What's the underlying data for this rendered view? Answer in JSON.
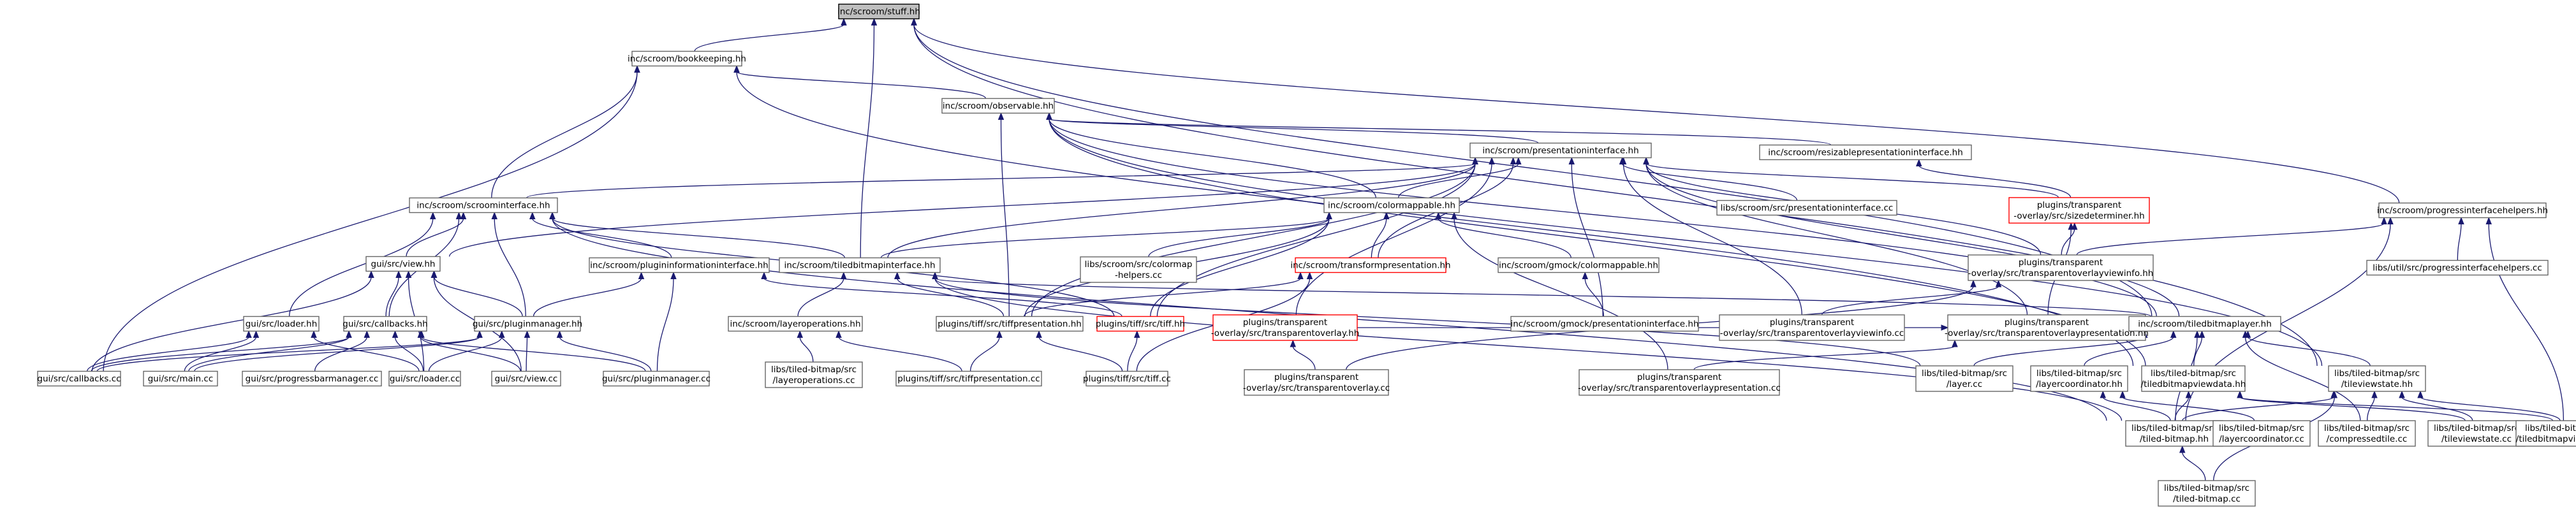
{
  "colors": {
    "edge": "#191970",
    "node_border": "#666666",
    "root_fill": "#bfbfbf",
    "missing_border": "#ff0000"
  },
  "nodes": [
    {
      "id": "stuff",
      "lines": [
        "inc/scroom/stuff.hh"
      ],
      "kind": "root"
    },
    {
      "id": "bookkeeping",
      "lines": [
        "inc/scroom/bookkeeping.hh"
      ]
    },
    {
      "id": "observable",
      "lines": [
        "inc/scroom/observable.hh"
      ]
    },
    {
      "id": "presentationinterface",
      "lines": [
        "inc/scroom/presentationinterface.hh"
      ]
    },
    {
      "id": "resizable",
      "lines": [
        "inc/scroom/resizablepresentationinterface.hh"
      ]
    },
    {
      "id": "scroominterface",
      "lines": [
        "inc/scroom/scroominterface.hh"
      ]
    },
    {
      "id": "colormappable",
      "lines": [
        "inc/scroom/colormappable.hh"
      ]
    },
    {
      "id": "presentationinterface_cc",
      "lines": [
        "libs/scroom/src/presentationinterface.cc"
      ]
    },
    {
      "id": "sizedeterminer",
      "lines": [
        "plugins/transparent",
        "-overlay/src/sizedeterminer.hh"
      ],
      "kind": "missing"
    },
    {
      "id": "progressinterfacehelpers",
      "lines": [
        "inc/scroom/progressinterfacehelpers.hh"
      ]
    },
    {
      "id": "view_hh",
      "lines": [
        "gui/src/view.hh"
      ]
    },
    {
      "id": "plugininformation",
      "lines": [
        "inc/scroom/plugininformationinterface.hh"
      ]
    },
    {
      "id": "tiledbitmapinterface",
      "lines": [
        "inc/scroom/tiledbitmapinterface.hh"
      ]
    },
    {
      "id": "colormaphelpers_cc",
      "lines": [
        "libs/scroom/src/colormap",
        "-helpers.cc"
      ]
    },
    {
      "id": "transformpresentation",
      "lines": [
        "inc/scroom/transformpresentation.hh"
      ],
      "kind": "missing"
    },
    {
      "id": "gmock_colormappable",
      "lines": [
        "inc/scroom/gmock/colormappable.hh"
      ]
    },
    {
      "id": "overlayviewinfo",
      "lines": [
        "plugins/transparent",
        "-overlay/src/transparentoverlayviewinfo.hh"
      ]
    },
    {
      "id": "progressinterfacehelpers_cc",
      "lines": [
        "libs/util/src/progressinterfacehelpers.cc"
      ]
    },
    {
      "id": "loader_hh",
      "lines": [
        "gui/src/loader.hh"
      ]
    },
    {
      "id": "callbacks_hh",
      "lines": [
        "gui/src/callbacks.hh"
      ]
    },
    {
      "id": "pluginmanager_hh",
      "lines": [
        "gui/src/pluginmanager.hh"
      ]
    },
    {
      "id": "layeroperations_hh",
      "lines": [
        "inc/scroom/layeroperations.hh"
      ]
    },
    {
      "id": "tiffpresentation_hh",
      "lines": [
        "plugins/tiff/src/tiffpresentation.hh"
      ]
    },
    {
      "id": "tiff_hh",
      "lines": [
        "plugins/tiff/src/tiff.hh"
      ],
      "kind": "missing"
    },
    {
      "id": "transparentoverlay_hh",
      "lines": [
        "plugins/transparent",
        "-overlay/src/transparentoverlay.hh"
      ],
      "kind": "missing"
    },
    {
      "id": "gmock_presentationinterface",
      "lines": [
        "inc/scroom/gmock/presentationinterface.hh"
      ]
    },
    {
      "id": "overlayviewinfo_cc",
      "lines": [
        "plugins/transparent",
        "-overlay/src/transparentoverlayviewinfo.cc"
      ]
    },
    {
      "id": "overlaypresentation_hh",
      "lines": [
        "plugins/transparent",
        "-overlay/src/transparentoverlaypresentation.hh"
      ]
    },
    {
      "id": "tiledbitmaplayer_hh",
      "lines": [
        "inc/scroom/tiledbitmaplayer.hh"
      ]
    },
    {
      "id": "callbacks_cc",
      "lines": [
        "gui/src/callbacks.cc"
      ]
    },
    {
      "id": "main_cc",
      "lines": [
        "gui/src/main.cc"
      ]
    },
    {
      "id": "progressbarmanager_cc",
      "lines": [
        "gui/src/progressbarmanager.cc"
      ]
    },
    {
      "id": "loader_cc",
      "lines": [
        "gui/src/loader.cc"
      ]
    },
    {
      "id": "view_cc",
      "lines": [
        "gui/src/view.cc"
      ]
    },
    {
      "id": "pluginmanager_cc",
      "lines": [
        "gui/src/pluginmanager.cc"
      ]
    },
    {
      "id": "layeroperations_cc",
      "lines": [
        "libs/tiled-bitmap/src",
        "/layeroperations.cc"
      ]
    },
    {
      "id": "tiffpresentation_cc",
      "lines": [
        "plugins/tiff/src/tiffpresentation.cc"
      ]
    },
    {
      "id": "tiff_cc",
      "lines": [
        "plugins/tiff/src/tiff.cc"
      ]
    },
    {
      "id": "transparentoverlay_cc",
      "lines": [
        "plugins/transparent",
        "-overlay/src/transparentoverlay.cc"
      ]
    },
    {
      "id": "overlaypresentation_cc",
      "lines": [
        "plugins/transparent",
        "-overlay/src/transparentoverlaypresentation.cc"
      ]
    },
    {
      "id": "layer_cc",
      "lines": [
        "libs/tiled-bitmap/src",
        "/layer.cc"
      ]
    },
    {
      "id": "layercoordinator_hh",
      "lines": [
        "libs/tiled-bitmap/src",
        "/layercoordinator.hh"
      ]
    },
    {
      "id": "tiledbitmapviewdata_hh",
      "lines": [
        "libs/tiled-bitmap/src",
        "/tiledbitmapviewdata.hh"
      ]
    },
    {
      "id": "tileviewstate_hh",
      "lines": [
        "libs/tiled-bitmap/src",
        "/tileviewstate.hh"
      ]
    },
    {
      "id": "tiledbitmap_hh",
      "lines": [
        "libs/tiled-bitmap/src",
        "/tiled-bitmap.hh"
      ]
    },
    {
      "id": "layercoordinator_cc",
      "lines": [
        "libs/tiled-bitmap/src",
        "/layercoordinator.cc"
      ]
    },
    {
      "id": "compressedtile_cc",
      "lines": [
        "libs/tiled-bitmap/src",
        "/compressedtile.cc"
      ]
    },
    {
      "id": "tileviewstate_cc",
      "lines": [
        "libs/tiled-bitmap/src",
        "/tileviewstate.cc"
      ]
    },
    {
      "id": "tiledbitmapviewdata_cc",
      "lines": [
        "libs/tiled-bitmap/src",
        "/tiledbitmapviewdata.cc"
      ]
    },
    {
      "id": "tiledbitmap_cc",
      "lines": [
        "libs/tiled-bitmap/src",
        "/tiled-bitmap.cc"
      ]
    }
  ],
  "edges": [
    [
      "bookkeeping",
      "stuff"
    ],
    [
      "observable",
      "bookkeeping"
    ],
    [
      "scroominterface",
      "bookkeeping"
    ],
    [
      "callbacks_cc",
      "bookkeeping"
    ],
    [
      "tiledbitmapviewdata_hh",
      "bookkeeping"
    ],
    [
      "tiledbitmapinterface",
      "stuff"
    ],
    [
      "tiledbitmaplayer_hh",
      "stuff"
    ],
    [
      "progressinterfacehelpers",
      "stuff"
    ],
    [
      "tileviewstate_hh",
      "stuff"
    ],
    [
      "presentationinterface",
      "observable"
    ],
    [
      "resizable",
      "observable"
    ],
    [
      "colormappable",
      "observable"
    ],
    [
      "tiffpresentation_hh",
      "observable"
    ],
    [
      "tiledbitmaplayer_hh",
      "observable"
    ],
    [
      "tiledbitmapviewdata_hh",
      "observable"
    ],
    [
      "tileviewstate_hh",
      "observable"
    ],
    [
      "sizedeterminer",
      "resizable"
    ],
    [
      "scroominterface",
      "presentationinterface"
    ],
    [
      "colormappable",
      "presentationinterface"
    ],
    [
      "presentationinterface_cc",
      "presentationinterface"
    ],
    [
      "sizedeterminer",
      "presentationinterface"
    ],
    [
      "view_hh",
      "presentationinterface"
    ],
    [
      "tiledbitmapinterface",
      "presentationinterface"
    ],
    [
      "transformpresentation",
      "presentationinterface"
    ],
    [
      "gmock_presentationinterface",
      "presentationinterface"
    ],
    [
      "overlayviewinfo",
      "presentationinterface"
    ],
    [
      "tiffpresentation_hh",
      "presentationinterface"
    ],
    [
      "tiff_hh",
      "presentationinterface"
    ],
    [
      "transparentoverlay_hh",
      "presentationinterface"
    ],
    [
      "overlaypresentation_hh",
      "presentationinterface"
    ],
    [
      "tiledbitmaplayer_hh",
      "presentationinterface"
    ],
    [
      "overlayviewinfo_cc",
      "presentationinterface"
    ],
    [
      "colormaphelpers_cc",
      "colormappable"
    ],
    [
      "transformpresentation",
      "colormappable"
    ],
    [
      "gmock_colormappable",
      "colormappable"
    ],
    [
      "tiffpresentation_hh",
      "colormappable"
    ],
    [
      "tiff_hh",
      "colormappable"
    ],
    [
      "overlaypresentation_cc",
      "colormappable"
    ],
    [
      "tiledbitmapinterface",
      "colormappable"
    ],
    [
      "gmock_presentationinterface",
      "gmock_colormappable"
    ],
    [
      "tiffpresentation_hh",
      "transformpresentation"
    ],
    [
      "tiff_cc",
      "transformpresentation"
    ],
    [
      "view_hh",
      "scroominterface"
    ],
    [
      "plugininformation",
      "scroominterface"
    ],
    [
      "tiledbitmapinterface",
      "scroominterface"
    ],
    [
      "loader_hh",
      "scroominterface"
    ],
    [
      "callbacks_hh",
      "scroominterface"
    ],
    [
      "pluginmanager_hh",
      "scroominterface"
    ],
    [
      "tiff_hh",
      "scroominterface"
    ],
    [
      "tiledbitmap_hh",
      "scroominterface"
    ],
    [
      "callbacks_hh",
      "view_hh"
    ],
    [
      "pluginmanager_hh",
      "view_hh"
    ],
    [
      "callbacks_cc",
      "view_hh"
    ],
    [
      "view_cc",
      "view_hh"
    ],
    [
      "loader_cc",
      "view_hh"
    ],
    [
      "pluginmanager_hh",
      "plugininformation"
    ],
    [
      "pluginmanager_cc",
      "plugininformation"
    ],
    [
      "tiff_hh",
      "plugininformation"
    ],
    [
      "overlayviewinfo",
      "sizedeterminer"
    ],
    [
      "overlaypresentation_hh",
      "sizedeterminer"
    ],
    [
      "transparentoverlay_cc",
      "overlayviewinfo"
    ],
    [
      "overlayviewinfo_cc",
      "overlayviewinfo"
    ],
    [
      "transparentoverlay_hh",
      "overlaypresentation_hh"
    ],
    [
      "overlaypresentation_cc",
      "overlaypresentation_hh"
    ],
    [
      "overlayviewinfo",
      "progressinterfacehelpers"
    ],
    [
      "progressinterfacehelpers_cc",
      "progressinterfacehelpers"
    ],
    [
      "tiledbitmap_hh",
      "progressinterfacehelpers"
    ],
    [
      "tiledbitmapviewdata_cc",
      "progressinterfacehelpers"
    ],
    [
      "layeroperations_hh",
      "tiledbitmapinterface"
    ],
    [
      "tiffpresentation_hh",
      "tiledbitmapinterface"
    ],
    [
      "tiledbitmaplayer_hh",
      "tiledbitmapinterface"
    ],
    [
      "tiledbitmap_hh",
      "tiledbitmapinterface"
    ],
    [
      "layer_cc",
      "tiledbitmapinterface"
    ],
    [
      "tiffpresentation_cc",
      "tiffpresentation_hh"
    ],
    [
      "tiff_cc",
      "tiffpresentation_hh"
    ],
    [
      "tiff_cc",
      "tiff_hh"
    ],
    [
      "layeroperations_cc",
      "layeroperations_hh"
    ],
    [
      "tiffpresentation_cc",
      "layeroperations_hh"
    ],
    [
      "callbacks_cc",
      "loader_hh"
    ],
    [
      "main_cc",
      "loader_hh"
    ],
    [
      "loader_cc",
      "loader_hh"
    ],
    [
      "callbacks_cc",
      "callbacks_hh"
    ],
    [
      "main_cc",
      "callbacks_hh"
    ],
    [
      "progressbarmanager_cc",
      "callbacks_hh"
    ],
    [
      "loader_cc",
      "callbacks_hh"
    ],
    [
      "view_cc",
      "callbacks_hh"
    ],
    [
      "pluginmanager_cc",
      "callbacks_hh"
    ],
    [
      "callbacks_cc",
      "pluginmanager_hh"
    ],
    [
      "main_cc",
      "pluginmanager_hh"
    ],
    [
      "loader_cc",
      "pluginmanager_hh"
    ],
    [
      "view_cc",
      "pluginmanager_hh"
    ],
    [
      "pluginmanager_cc",
      "pluginmanager_hh"
    ],
    [
      "transparentoverlay_cc",
      "transparentoverlay_hh"
    ],
    [
      "layer_cc",
      "tiledbitmaplayer_hh"
    ],
    [
      "layercoordinator_hh",
      "tiledbitmaplayer_hh"
    ],
    [
      "tiledbitmapviewdata_hh",
      "tiledbitmaplayer_hh"
    ],
    [
      "tileviewstate_hh",
      "tiledbitmaplayer_hh"
    ],
    [
      "tiledbitmap_hh",
      "tiledbitmaplayer_hh"
    ],
    [
      "compressedtile_cc",
      "tiledbitmaplayer_hh"
    ],
    [
      "tiledbitmap_hh",
      "layercoordinator_hh"
    ],
    [
      "layercoordinator_cc",
      "layercoordinator_hh"
    ],
    [
      "tiledbitmap_hh",
      "tiledbitmapviewdata_hh"
    ],
    [
      "tileviewstate_cc",
      "tiledbitmapviewdata_hh"
    ],
    [
      "tiledbitmapviewdata_cc",
      "tiledbitmapviewdata_hh"
    ],
    [
      "tiledbitmap_hh",
      "tileviewstate_hh"
    ],
    [
      "compressedtile_cc",
      "tileviewstate_hh"
    ],
    [
      "tileviewstate_cc",
      "tileviewstate_hh"
    ],
    [
      "tiledbitmapviewdata_cc",
      "tileviewstate_hh"
    ],
    [
      "tiledbitmap_cc",
      "tileviewstate_hh"
    ],
    [
      "tiledbitmap_cc",
      "tiledbitmap_hh"
    ]
  ]
}
